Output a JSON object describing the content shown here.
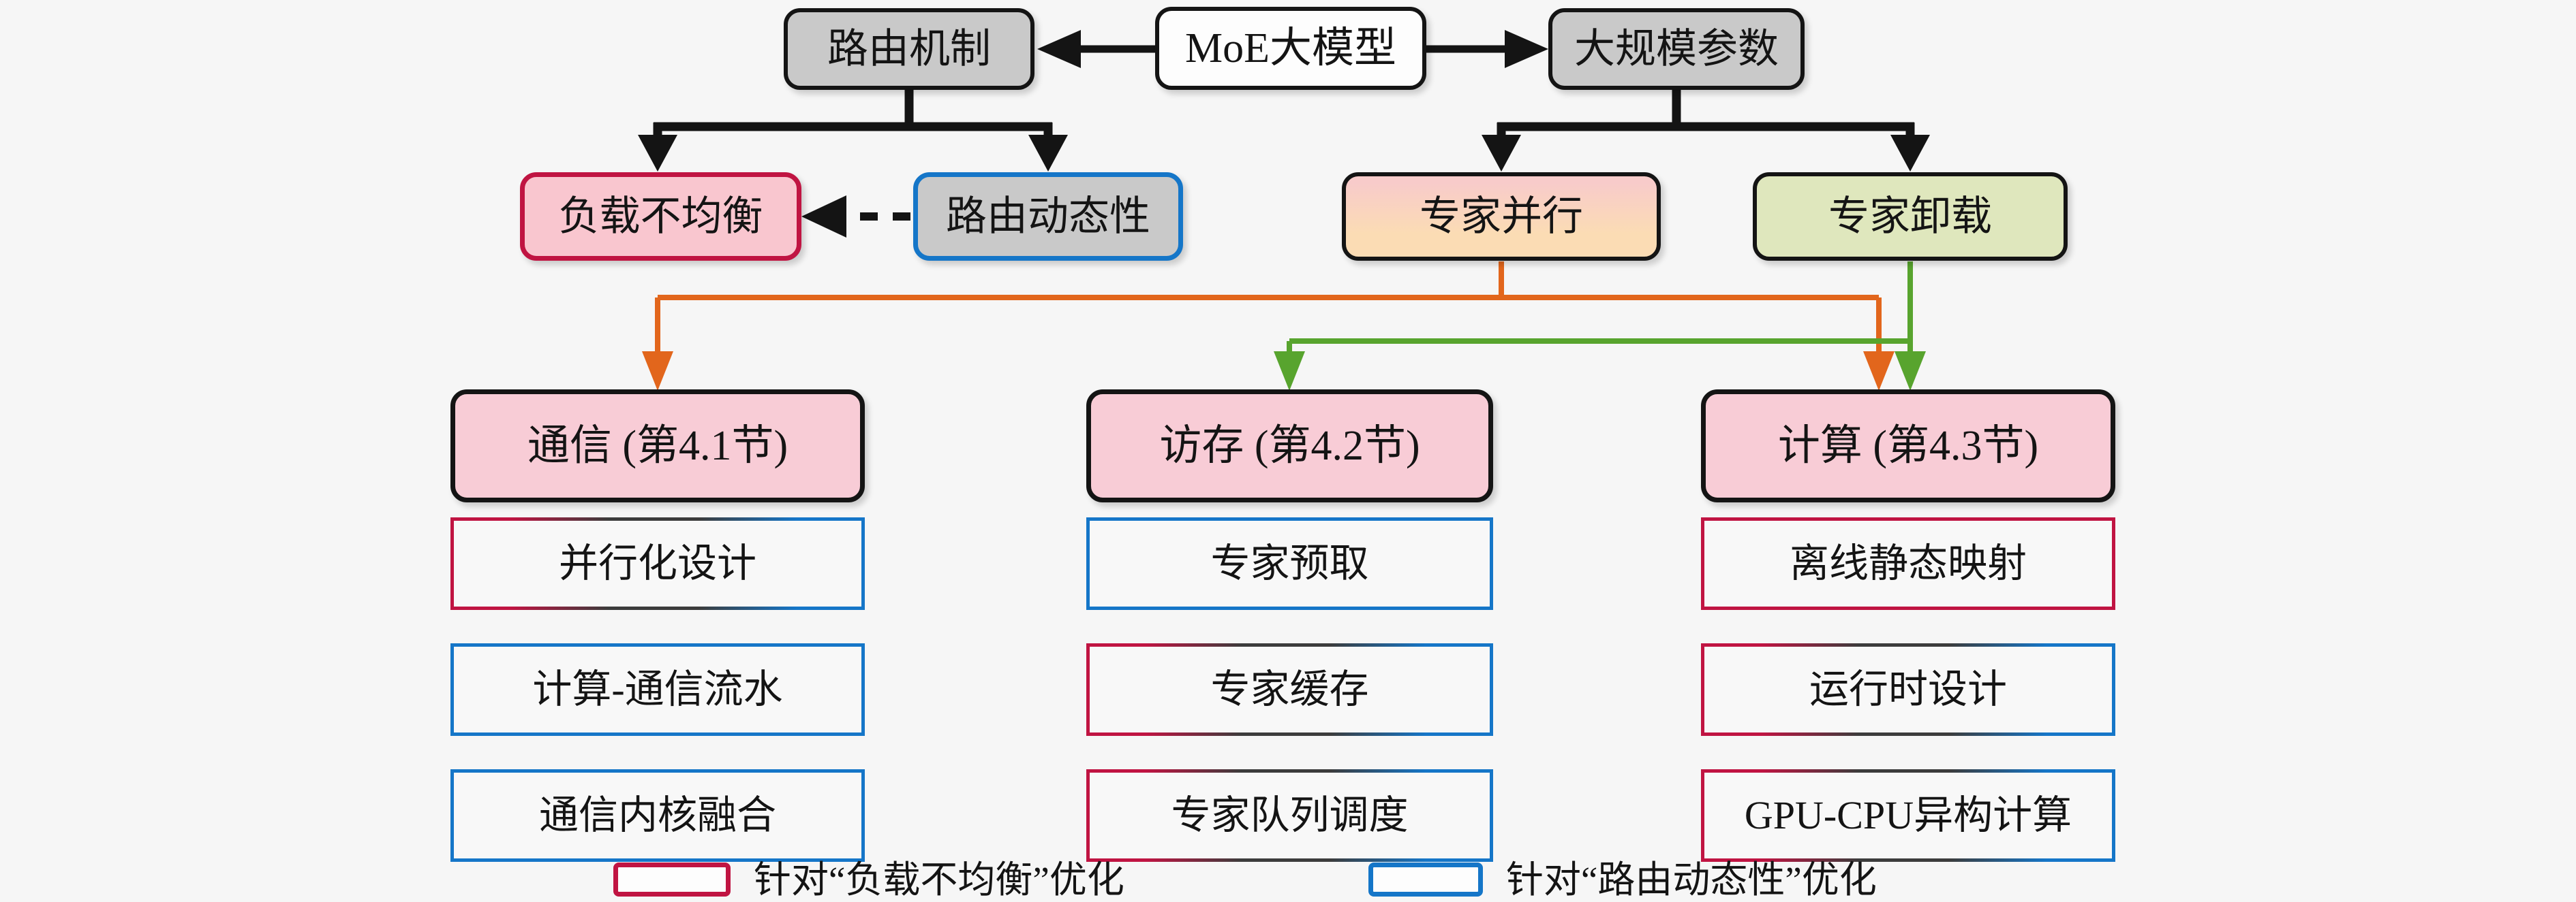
{
  "colors": {
    "bg": "#f6f6f6",
    "ink": "#141414",
    "node-gray": "#c9c9c9",
    "node-pink": "#f9c6cf",
    "header-pink": "#f8ccd6",
    "peach-top": "#f8cbca",
    "peach-bottom": "#fbdcb4",
    "olive": "#dfe7bd",
    "imbalance": "#c01442",
    "dynamic": "#1576c8",
    "orange": "#e2661c",
    "green": "#58a42e"
  },
  "root": {
    "label": "MoE大模型"
  },
  "level1": [
    {
      "label": "路由机制"
    },
    {
      "label": "大规模参数"
    }
  ],
  "level2": [
    {
      "label": "负载不均衡"
    },
    {
      "label": "路由动态性"
    },
    {
      "label": "专家并行"
    },
    {
      "label": "专家卸载"
    }
  ],
  "columns": [
    {
      "header": "通信 (第4.1节)",
      "items": [
        {
          "label": "并行化设计"
        },
        {
          "label": "计算-通信流水"
        },
        {
          "label": "通信内核融合"
        }
      ]
    },
    {
      "header": "访存 (第4.2节)",
      "items": [
        {
          "label": "专家预取"
        },
        {
          "label": "专家缓存"
        },
        {
          "label": "专家队列调度"
        }
      ]
    },
    {
      "header": "计算 (第4.3节)",
      "items": [
        {
          "label": "离线静态映射"
        },
        {
          "label": "运行时设计"
        },
        {
          "label": "GPU-CPU异构计算"
        }
      ]
    }
  ],
  "legend": [
    {
      "label": "针对“负载不均衡”优化"
    },
    {
      "label": "针对“路由动态性”优化"
    }
  ]
}
